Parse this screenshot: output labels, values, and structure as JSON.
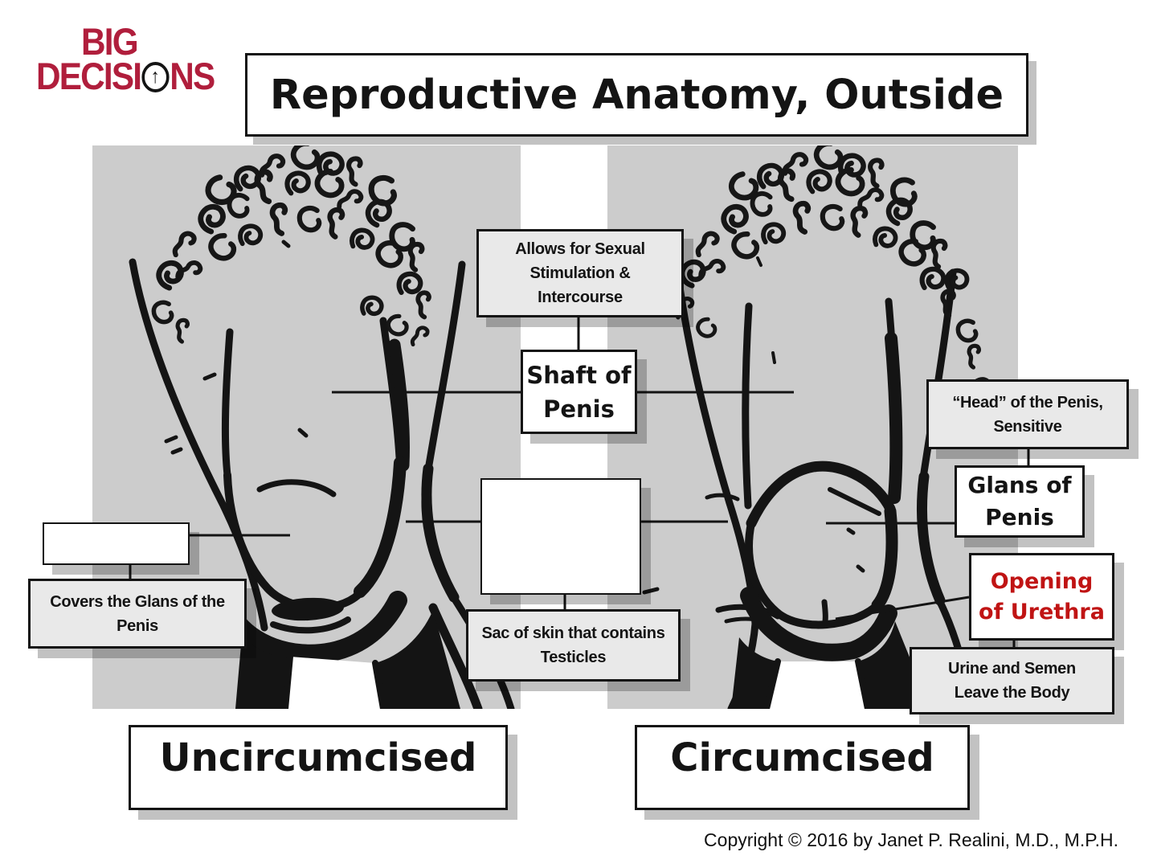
{
  "slide": {
    "logo": {
      "line1": "BIG",
      "line2_pre": "DECISI",
      "line2_post": "NS",
      "arrow_glyph": "↑",
      "color": "#b01e3c"
    },
    "title": "Reproductive Anatomy, Outside",
    "labels": {
      "allows": {
        "lines": [
          "Allows for Sexual",
          "Stimulation &",
          "Intercourse"
        ]
      },
      "shaft": {
        "lines": [
          "Shaft of",
          "Penis"
        ]
      },
      "head": {
        "lines": [
          "“Head” of the Penis,",
          "Sensitive"
        ]
      },
      "glans": {
        "lines": [
          "Glans of",
          "Penis"
        ]
      },
      "opening": {
        "lines": [
          "Opening",
          "of Urethra"
        ],
        "color": "#c01414"
      },
      "urine": {
        "lines": [
          "Urine and Semen",
          "Leave the Body"
        ]
      },
      "covers": {
        "lines": [
          "Covers the Glans of the",
          "Penis"
        ]
      },
      "sac": {
        "lines": [
          "Sac of skin that contains",
          "Testicles"
        ]
      },
      "blank_foreskin": "",
      "blank_scrotum": ""
    },
    "captions": {
      "left": "Uncircumcised",
      "right": "Circumcised"
    },
    "copyright": "Copyright © 2016 by Janet P. Realini, M.D., M.P.H.",
    "colors": {
      "brand_red": "#b01e3c",
      "highlight_red": "#c01414",
      "panel_gray": "#cccccc",
      "label_box_gray": "#e9e9e9",
      "ink": "#141414"
    }
  }
}
